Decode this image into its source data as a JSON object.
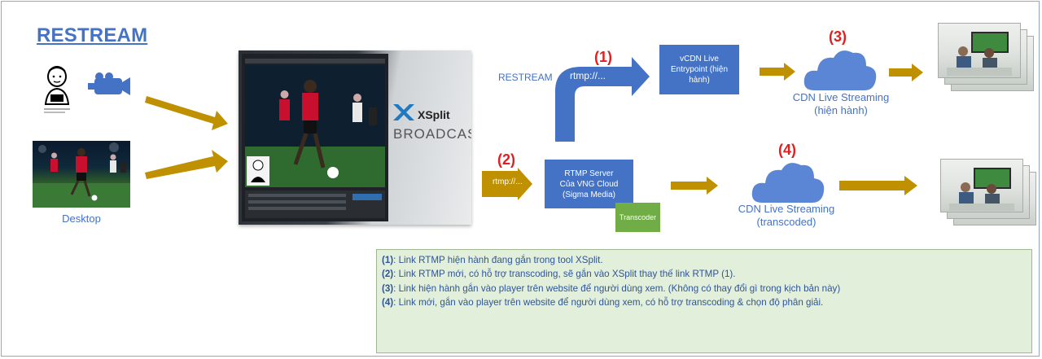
{
  "title": "RESTREAM",
  "desktop_label": "Desktop",
  "xsplit": {
    "brand": "XSplit",
    "product": "BROADCAST"
  },
  "restream_label": "RESTREAM",
  "rtmp_top": "rtmp://...",
  "rtmp_bottom": "rtmp://...",
  "markers": {
    "m1": "(1)",
    "m2": "(2)",
    "m3": "(3)",
    "m4": "(4)"
  },
  "vcdn_box": [
    "vCDN Live",
    "Entrypoint (hiện",
    "hành)"
  ],
  "rtmp_server_box": [
    "RTMP Server",
    "Của VNG Cloud",
    "(Sigma Media)"
  ],
  "transcoder": "Transcoder",
  "cdn_top": {
    "line1": "CDN Live Streaming",
    "line2": "(hiện hành)"
  },
  "cdn_bottom": {
    "line1": "CDN Live Streaming",
    "line2": "(transcoded)"
  },
  "notes": [
    {
      "tag": "(1)",
      "text": ": Link RTMP hiện hành đang gắn trong tool XSplit."
    },
    {
      "tag": "(2)",
      "text": ": Link RTMP mới, có hỗ trợ transcoding, sẽ gắn vào XSplit thay thế link RTMP (1)."
    },
    {
      "tag": "(3)",
      "text": ": Link hiện hành gắn vào player trên website để người dùng xem. (Không có thay đổi gì trong kịch bản này)"
    },
    {
      "tag": "(4)",
      "text": ": Link mới, gắn vào player trên website để người dùng xem, có hỗ trợ transcoding & chọn độ phân giải."
    }
  ],
  "colors": {
    "arrow": "#bf9000",
    "blue": "#4472c4",
    "red": "#e02020",
    "green": "#70ad47",
    "cloud": "#5b86d6"
  },
  "icons": [
    "person-icon",
    "video-camera-icon",
    "football-photo",
    "xsplit-logo-icon",
    "cloud-icon",
    "audience-photo"
  ]
}
